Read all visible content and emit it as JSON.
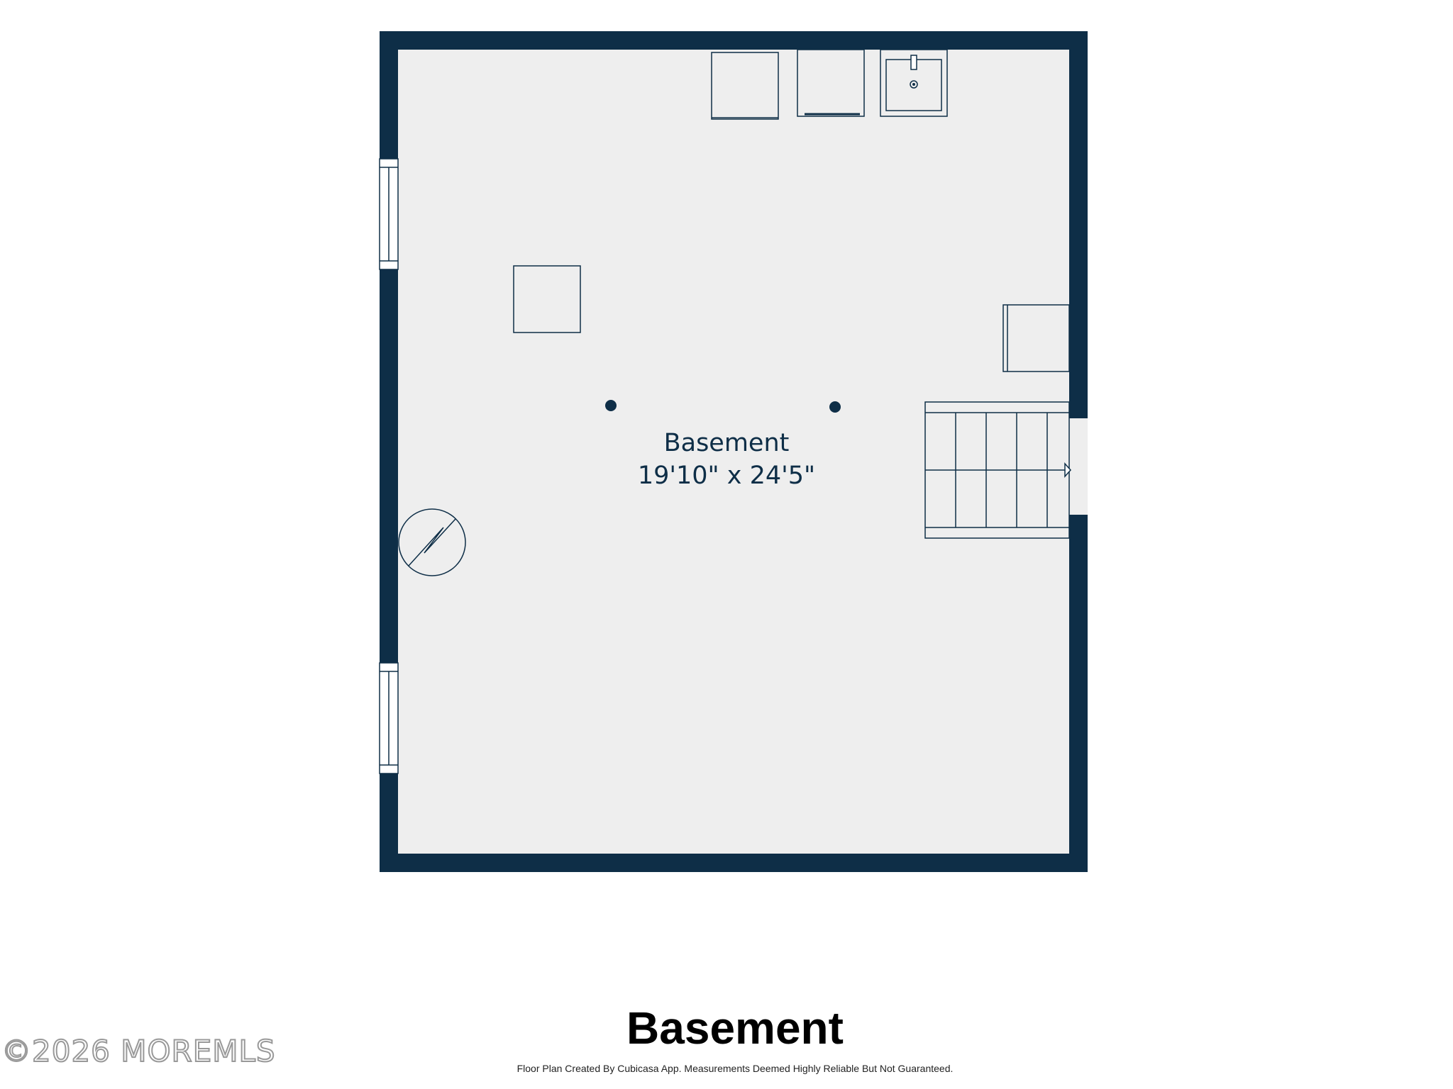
{
  "room": {
    "name": "Basement",
    "dimensions": "19'10\" x 24'5\""
  },
  "plan_title": "Basement",
  "disclaimer": "Floor Plan Created By Cubicasa App. Measurements Deemed Highly Reliable But Not Guaranteed.",
  "watermark": "©2026 MOREMLS",
  "colors": {
    "wall": "#0e2e47",
    "floor": "#eeeeee",
    "fixture_line": "#0e2e47",
    "background": "#ffffff"
  },
  "icons": {
    "utility": "electric-panel-icon",
    "support": "support-post-icon"
  }
}
